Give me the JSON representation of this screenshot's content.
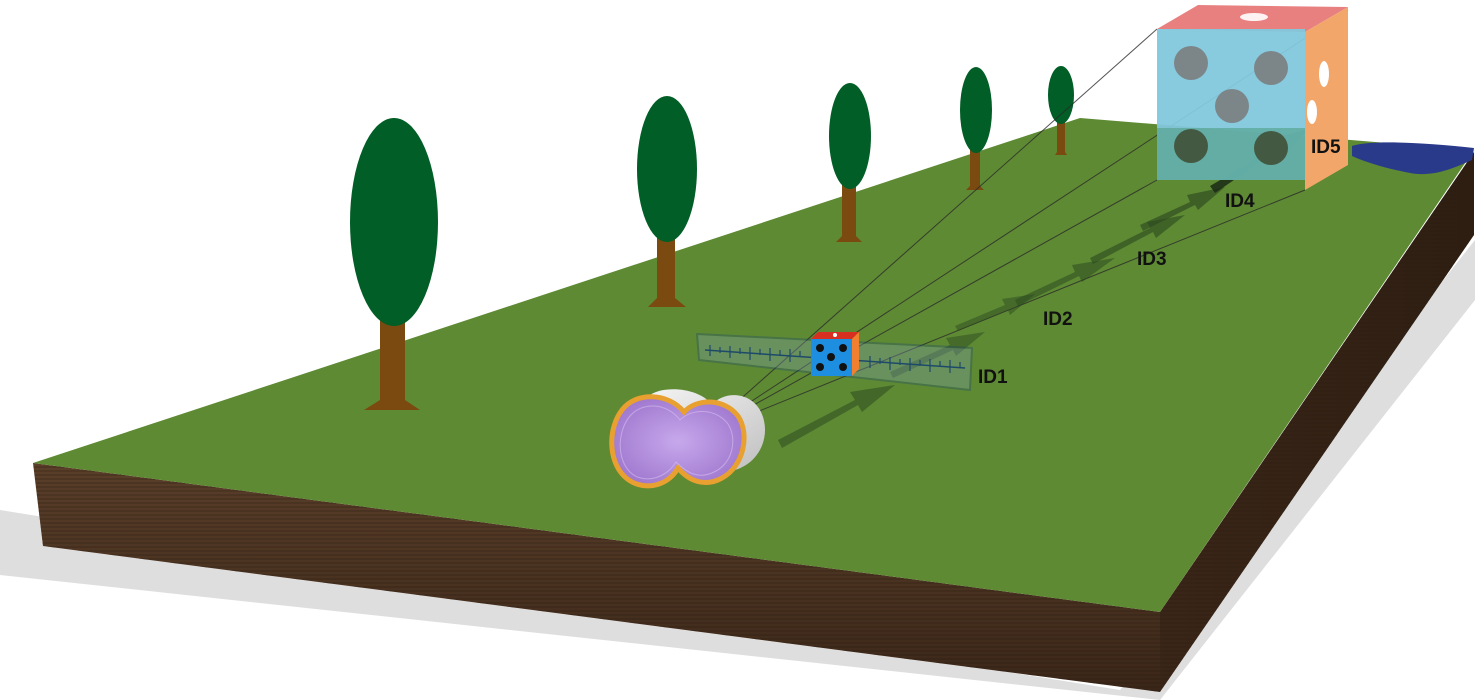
{
  "labels": {
    "id1": "ID1",
    "id2": "ID2",
    "id3": "ID3",
    "id4": "ID4",
    "id5": "ID5"
  },
  "colors": {
    "grass": "#5e8a33",
    "soil": "#4a3322",
    "foliage": "#005e26",
    "trunk": "#7a4a10",
    "water": "#2a3a8a",
    "arrow": "#2c4a20",
    "cube_front": "#82c7dc",
    "cube_top": "#e88080",
    "cube_side": "#f2a66a",
    "small_cube_front": "#1e8ee0",
    "small_cube_top": "#d83020",
    "small_cube_side": "#f08030",
    "capsule_inner": "#b88fe0",
    "capsule_rim": "#e8a030"
  },
  "icons": [
    "tree-icon",
    "cube-icon",
    "ruler-icon",
    "capsule-icon",
    "arrow-icon",
    "water-icon"
  ]
}
